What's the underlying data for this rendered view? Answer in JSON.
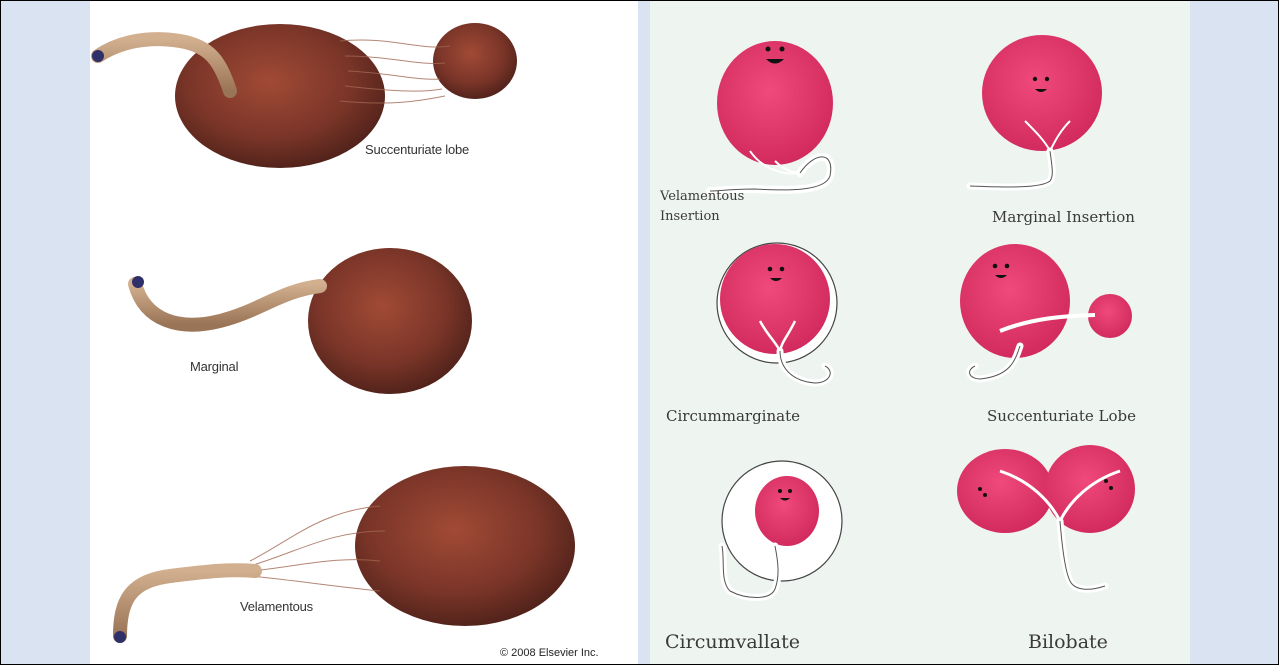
{
  "left_figure": {
    "labels": {
      "succenturiate": "Succenturiate lobe",
      "marginal": "Marginal",
      "velamentous": "Velamentous"
    },
    "copyright": "© 2008 Elsevier Inc."
  },
  "right_figure": {
    "labels": {
      "velamentous_line1": "Velamentous",
      "velamentous_line2": "Insertion",
      "marginal_insertion": "Marginal Insertion",
      "circummarginate": "Circummarginate",
      "succenturiate_lobe": "Succenturiate Lobe",
      "circumvallate": "Circumvallate",
      "bilobate": "Bilobate"
    }
  },
  "colors": {
    "placenta_brown": "#7a3528",
    "cord_tan": "#b99574",
    "placenta_pink": "#e4326a",
    "background_blue": "#d9e3f1"
  }
}
